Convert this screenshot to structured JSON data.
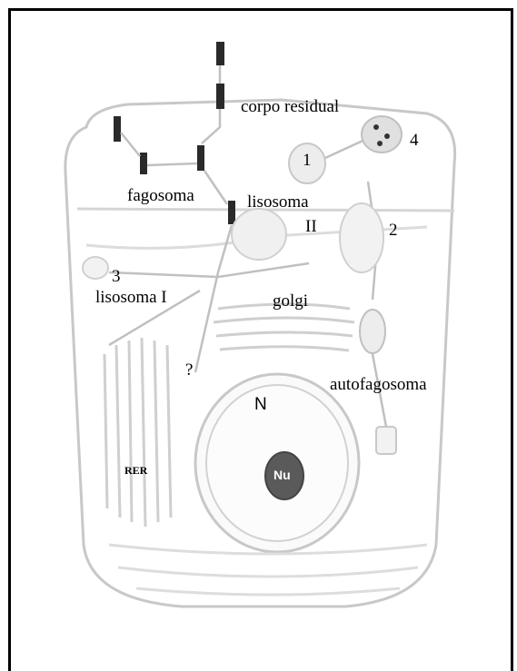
{
  "labels": {
    "corpo_residual": "corpo residual",
    "num4": "4",
    "num1": "1",
    "fagosoma": "fagosoma",
    "lisosoma2": "lisosoma",
    "lisosoma2_roman": "II",
    "num2": "2",
    "num3": "3",
    "lisosoma1": "lisosoma I",
    "golgi": "golgi",
    "question": "?",
    "autofagosoma": "autofagosoma",
    "nucleus": "N",
    "rer": "RER",
    "nucleolus": "Nu"
  },
  "colors": {
    "outline": "#c8c8c8",
    "light_fill": "#ededed",
    "dark": "#2a2a2a",
    "nucleolus": "#5a5a5a"
  }
}
